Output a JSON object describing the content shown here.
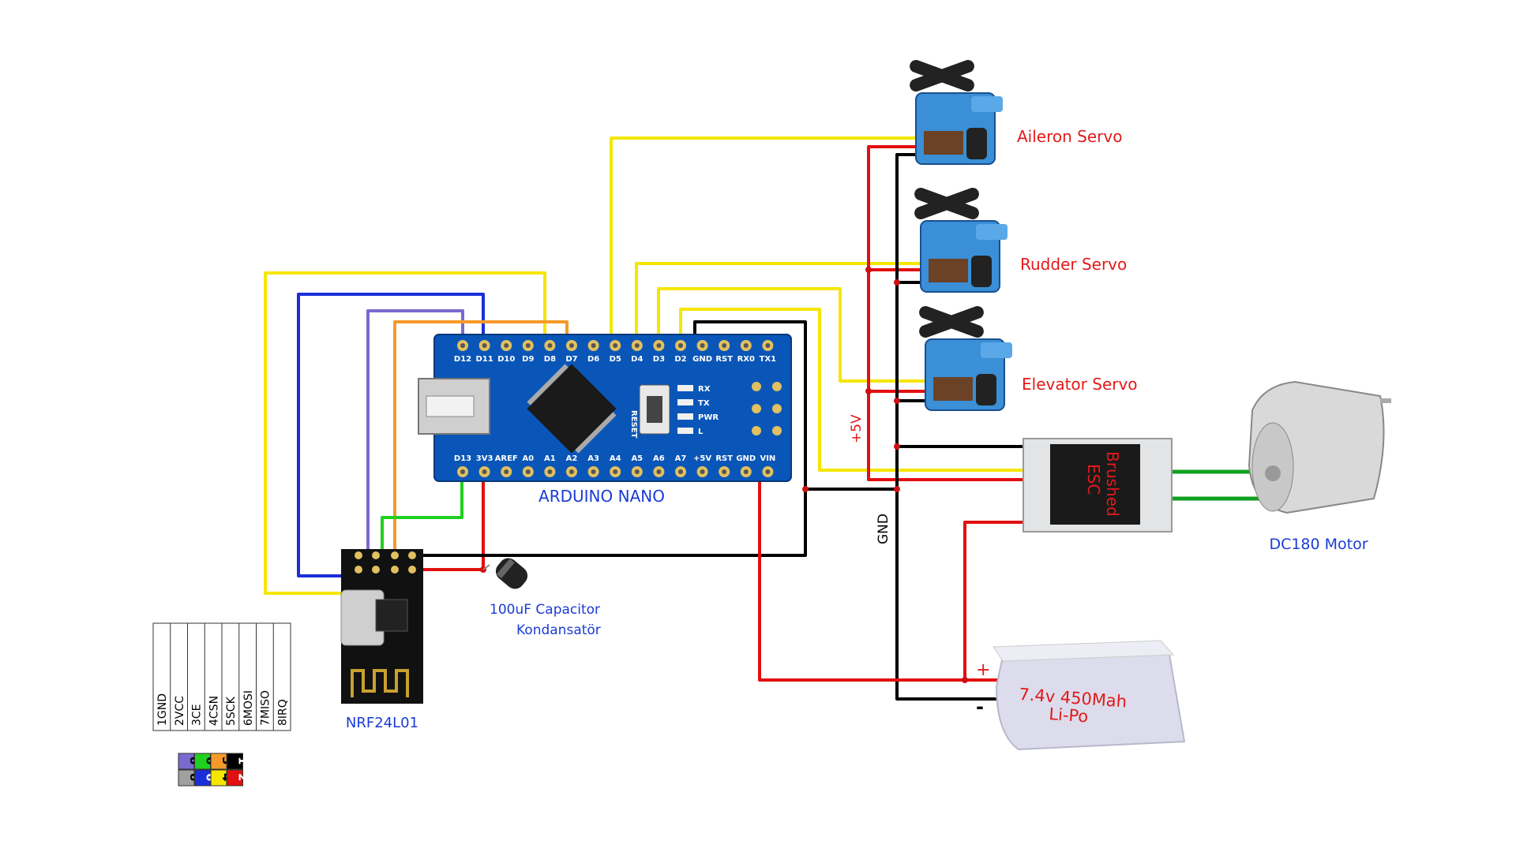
{
  "colors": {
    "yellow": "#f5e600",
    "blue": "#1a2fd8",
    "violet": "#7a6ad0",
    "orange": "#f59a2a",
    "green": "#20d020",
    "red": "#e21010",
    "black": "#000000",
    "board": "#0a56b8",
    "label_red": "#e21a1a",
    "label_blue": "#1a3bd6"
  },
  "arduino": {
    "title": "ARDUINO NANO",
    "pins_top": [
      "D12",
      "D11",
      "D10",
      "D9",
      "D8",
      "D7",
      "D6",
      "D5",
      "D4",
      "D3",
      "D2",
      "GND",
      "RST",
      "RX0",
      "TX1"
    ],
    "pins_bottom": [
      "D13",
      "3V3",
      "AREF",
      "A0",
      "A1",
      "A2",
      "A3",
      "A4",
      "A5",
      "A6",
      "A7",
      "+5V",
      "RST",
      "GND",
      "VIN"
    ],
    "led_labels": [
      "RX",
      "TX",
      "PWR",
      "L"
    ],
    "reset_label": "RESET"
  },
  "servos": {
    "aileron": "Aileron Servo",
    "rudder": "Rudder Servo",
    "elevator": "Elevator Servo"
  },
  "esc": {
    "label_line1": "Brushed",
    "label_line2": "ESC"
  },
  "motor": {
    "label": "DC180 Motor"
  },
  "battery": {
    "line1": "7.4v 450Mah",
    "line2": "Li-Po",
    "plus": "+",
    "minus": "-"
  },
  "capacitor": {
    "line1": "100uF Capacitor",
    "line2": "Kondansatör"
  },
  "nrf": {
    "label": "NRF24L01"
  },
  "rails": {
    "plus5v": "+5V",
    "gnd": "GND"
  },
  "pin_table": [
    "1GND",
    "2VCC",
    "3CE",
    "4CSN",
    "5SCK",
    "6MOSI",
    "7MISO",
    "8IRQ"
  ],
  "pin_map": {
    "top": [
      {
        "num": "8",
        "color": "#7a6ad0"
      },
      {
        "num": "6",
        "color": "#20d020"
      },
      {
        "num": "3",
        "color": "#f59a2a"
      },
      {
        "num": "1",
        "color": "#000000"
      }
    ],
    "bottom": [
      {
        "num": "8",
        "color": "#a0a0a0"
      },
      {
        "num": "6",
        "color": "#1a2fd8"
      },
      {
        "num": "4",
        "color": "#f5e600"
      },
      {
        "num": "2",
        "color": "#e21010"
      }
    ]
  }
}
